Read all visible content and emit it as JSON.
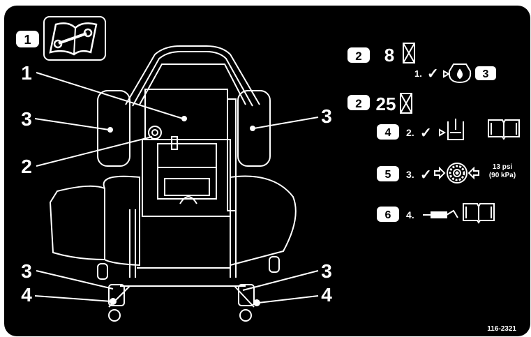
{
  "decal": {
    "badge_1": "1",
    "callouts": {
      "left_top": "1",
      "left_mid": "3",
      "left_low": "2",
      "right_mid": "3",
      "bottom_left_3": "3",
      "bottom_left_4": "4",
      "bottom_right_3": "3",
      "bottom_right_4": "4"
    },
    "schedule": {
      "block_8": {
        "badge": "2",
        "hours": "8"
      },
      "step_1": {
        "number": "1.",
        "check": "✓",
        "badge": "3"
      },
      "block_25": {
        "badge": "2",
        "hours": "25"
      },
      "step_2": {
        "badge": "4",
        "number": "2.",
        "check": "✓"
      },
      "step_3": {
        "badge": "5",
        "number": "3.",
        "check": "✓",
        "pressure_psi": "13 psi",
        "pressure_kpa": "(90 kPa)"
      },
      "step_4": {
        "badge": "6",
        "number": "4."
      }
    },
    "part_number": "116-2321"
  }
}
